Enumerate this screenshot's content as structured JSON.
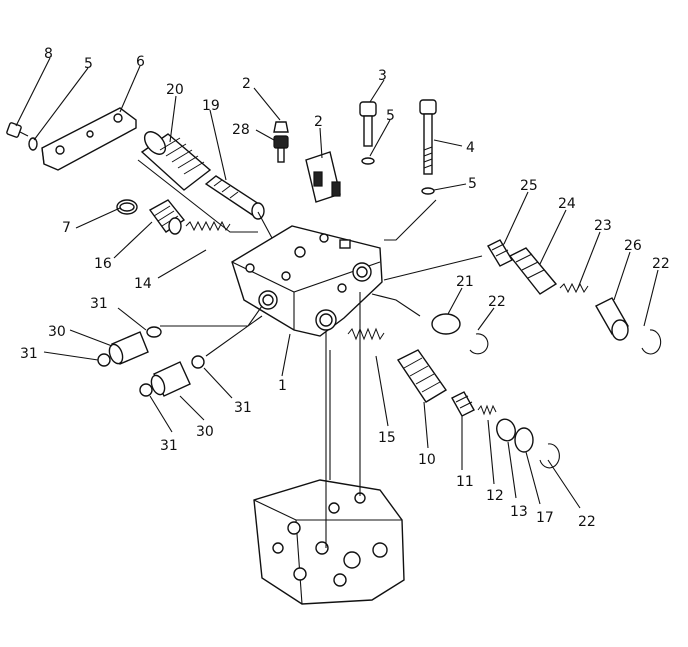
{
  "callouts": [
    {
      "id": "c8a",
      "text": "8"
    },
    {
      "id": "c5a",
      "text": "5"
    },
    {
      "id": "c6",
      "text": "6"
    },
    {
      "id": "c20",
      "text": "20"
    },
    {
      "id": "c2a",
      "text": "2"
    },
    {
      "id": "c28",
      "text": "28"
    },
    {
      "id": "c19",
      "text": "19"
    },
    {
      "id": "c2b",
      "text": "2"
    },
    {
      "id": "c3",
      "text": "3"
    },
    {
      "id": "c5b",
      "text": "5"
    },
    {
      "id": "c4",
      "text": "4"
    },
    {
      "id": "c5c",
      "text": "5"
    },
    {
      "id": "c7",
      "text": "7"
    },
    {
      "id": "c16",
      "text": "16"
    },
    {
      "id": "c14",
      "text": "14"
    },
    {
      "id": "c25",
      "text": "25"
    },
    {
      "id": "c24",
      "text": "24"
    },
    {
      "id": "c23",
      "text": "23"
    },
    {
      "id": "c26",
      "text": "26"
    },
    {
      "id": "c22a",
      "text": "22"
    },
    {
      "id": "c21",
      "text": "21"
    },
    {
      "id": "c22b",
      "text": "22"
    },
    {
      "id": "c31a",
      "text": "31"
    },
    {
      "id": "c30a",
      "text": "30"
    },
    {
      "id": "c31b",
      "text": "31"
    },
    {
      "id": "c1",
      "text": "1"
    },
    {
      "id": "c31c",
      "text": "31"
    },
    {
      "id": "c30b",
      "text": "30"
    },
    {
      "id": "c31d",
      "text": "31"
    },
    {
      "id": "c15",
      "text": "15"
    },
    {
      "id": "c10",
      "text": "10"
    },
    {
      "id": "c11",
      "text": "11"
    },
    {
      "id": "c12",
      "text": "12"
    },
    {
      "id": "c13",
      "text": "13"
    },
    {
      "id": "c17",
      "text": "17"
    },
    {
      "id": "c22c",
      "text": "22"
    }
  ]
}
